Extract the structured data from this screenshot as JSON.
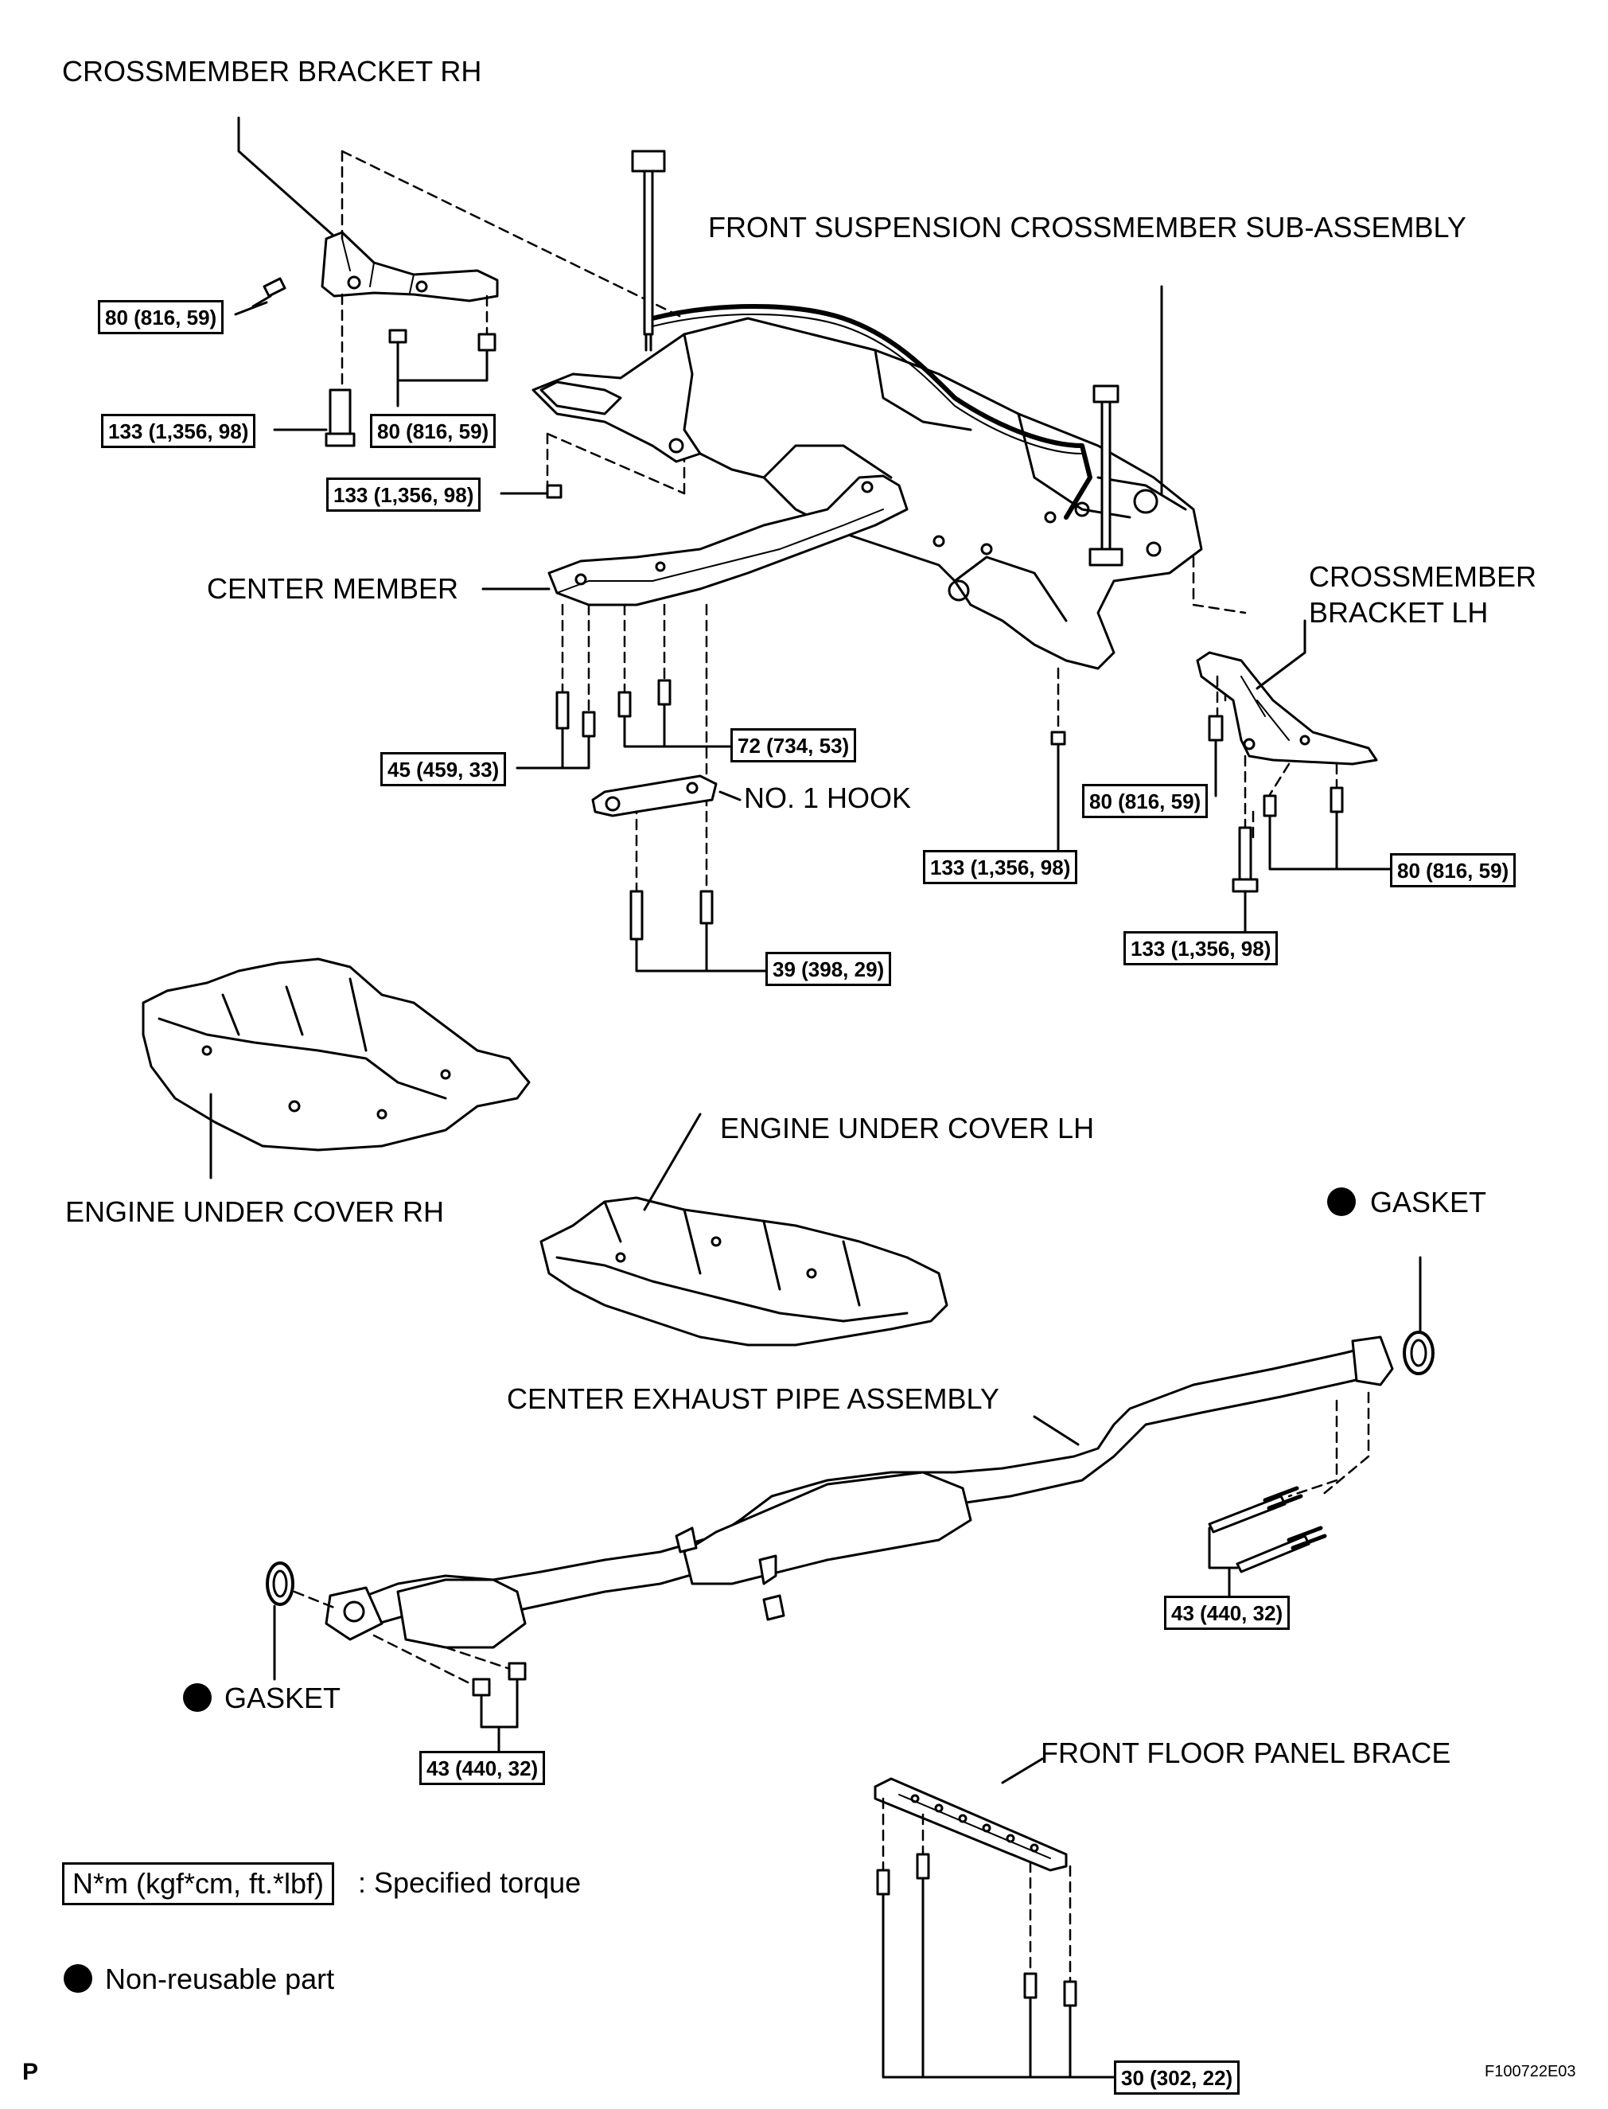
{
  "labels": {
    "crossmember_bracket_rh": "CROSSMEMBER BRACKET RH",
    "front_suspension_crossmember": "FRONT SUSPENSION CROSSMEMBER SUB-ASSEMBLY",
    "center_member": "CENTER MEMBER",
    "crossmember_bracket_lh_line1": "CROSSMEMBER",
    "crossmember_bracket_lh_line2": "BRACKET LH",
    "no1_hook": "NO. 1 HOOK",
    "engine_under_cover_lh": "ENGINE UNDER COVER LH",
    "engine_under_cover_rh": "ENGINE UNDER COVER RH",
    "gasket_rear": "GASKET",
    "gasket_front": "GASKET",
    "center_exhaust_pipe": "CENTER EXHAUST PIPE ASSEMBLY",
    "front_floor_panel_brace": "FRONT FLOOR PANEL BRACE"
  },
  "torques": {
    "t1": "80 (816, 59)",
    "t2": "133 (1,356, 98)",
    "t3": "80 (816, 59)",
    "t4": "133 (1,356, 98)",
    "t5": "45 (459, 33)",
    "t6": "72 (734, 53)",
    "t7": "133 (1,356, 98)",
    "t8": "80 (816, 59)",
    "t9": "80 (816, 59)",
    "t10": "133 (1,356, 98)",
    "t11": "39 (398, 29)",
    "t12": "43 (440, 32)",
    "t13": "43 (440, 32)",
    "t14": "30 (302, 22)"
  },
  "legend": {
    "torque_box": "N*m (kgf*cm, ft.*lbf)",
    "torque_text": ": Specified torque",
    "nonreusable_text": "Non-reusable part"
  },
  "page_mark": "P",
  "figure_id": "F100722E03"
}
